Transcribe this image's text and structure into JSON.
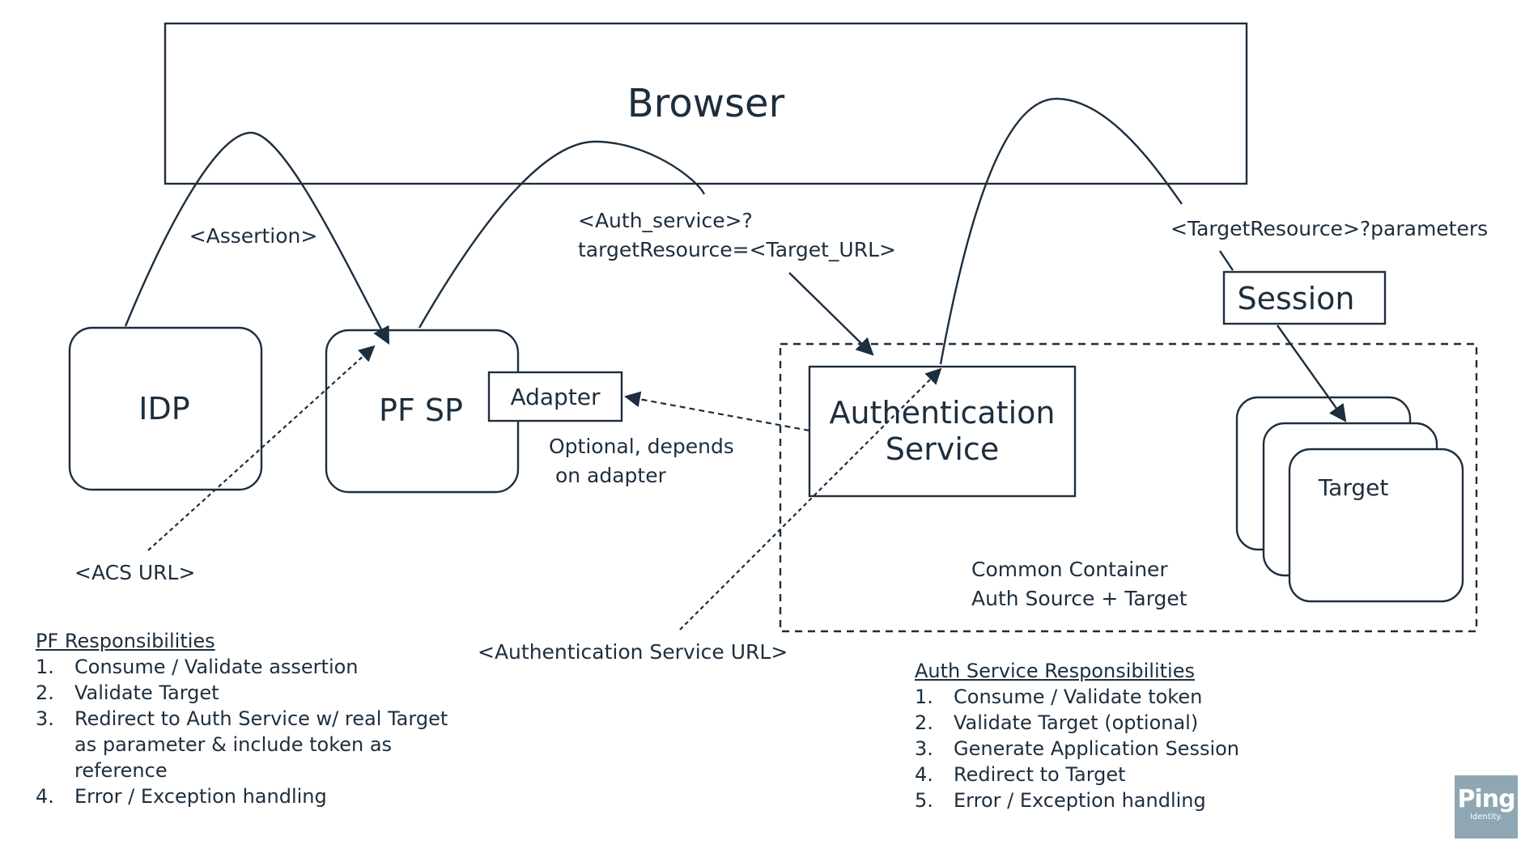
{
  "diagram": {
    "browser": "Browser",
    "idp": "IDP",
    "pf_sp": "PF SP",
    "adapter": "Adapter",
    "auth_service": [
      "Authentication",
      "Service"
    ],
    "session": "Session",
    "target": "Target",
    "container_label": [
      "Common Container",
      "Auth Source + Target"
    ],
    "assertion_label": "<Assertion>",
    "auth_service_redirect_label": [
      "<Auth_service>?",
      "targetResource=<Target_URL>"
    ],
    "target_resource_label": "<TargetResource>?parameters",
    "optional_label": [
      "Optional, depends",
      " on adapter"
    ],
    "acs_url_label": "<ACS URL>",
    "auth_service_url_label": "<Authentication Service URL>"
  },
  "pf_responsibilities": {
    "title": "PF Responsibilities",
    "items": [
      {
        "num": "1.",
        "text": "Consume / Validate assertion"
      },
      {
        "num": "2.",
        "text": "Validate Target"
      },
      {
        "num": "3.",
        "text": "Redirect to Auth Service w/ real Target as parameter & include token as reference"
      },
      {
        "num": "4.",
        "text": "Error / Exception handling"
      }
    ]
  },
  "auth_service_responsibilities": {
    "title": "Auth Service Responsibilities",
    "items": [
      {
        "num": "1.",
        "text": "Consume / Validate token"
      },
      {
        "num": "2.",
        "text": "Validate Target (optional)"
      },
      {
        "num": "3.",
        "text": "Generate Application Session"
      },
      {
        "num": "4.",
        "text": "Redirect to Target"
      },
      {
        "num": "5.",
        "text": "Error / Exception handling"
      }
    ]
  },
  "logo": {
    "word": "Ping",
    "sub": "Identity."
  },
  "colors": {
    "ink": "#1d2e3e",
    "logo_bg": "#8fa6b3"
  }
}
